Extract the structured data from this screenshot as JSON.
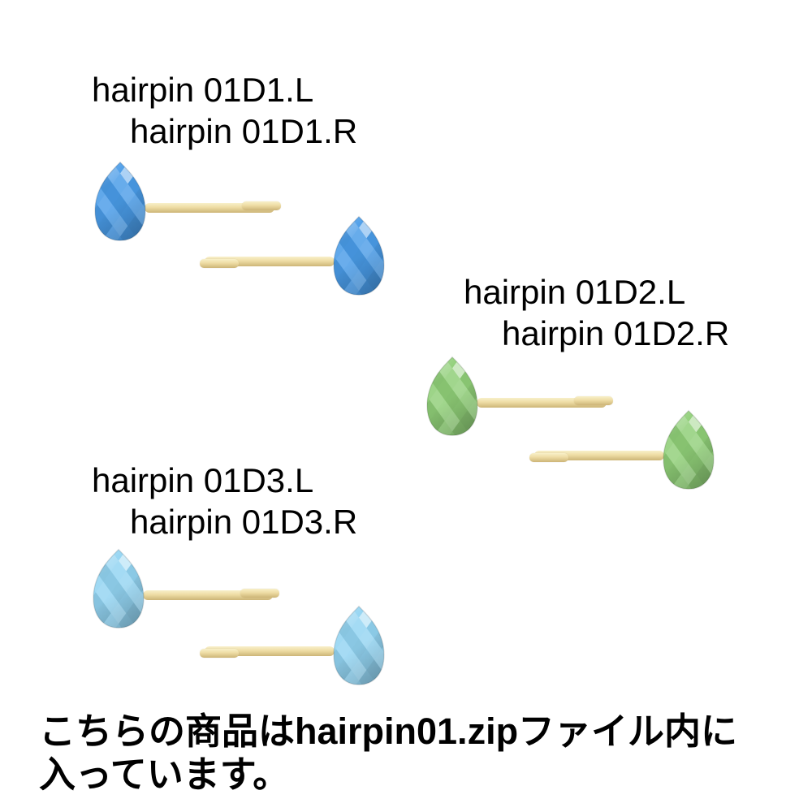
{
  "background": "#ffffff",
  "text_color": "#000000",
  "labels": [
    {
      "line1": "hairpin 01D1.L",
      "line2": "hairpin 01D1.R"
    },
    {
      "line1": "hairpin 01D2.L",
      "line2": "hairpin 01D2.R"
    },
    {
      "line1": "hairpin 01D3.L",
      "line2": "hairpin 01D3.R"
    }
  ],
  "note": {
    "line1": "こちらの商品はhairpin01.zipファイル内に",
    "line2": "入っています。"
  },
  "gems": {
    "blue": {
      "base": "#4a9ce8"
    },
    "green": {
      "base": "#90cf78"
    },
    "cyan": {
      "base": "#93d4f2"
    }
  },
  "pin_colors": {
    "light": "#f8f0c9",
    "mid": "#eedca4",
    "dark": "#cdb577"
  },
  "hairpins": [
    {
      "name": "hairpin 01D1.L",
      "gem": "blue",
      "gem_side": "left"
    },
    {
      "name": "hairpin 01D1.R",
      "gem": "blue",
      "gem_side": "right"
    },
    {
      "name": "hairpin 01D2.L",
      "gem": "green",
      "gem_side": "left"
    },
    {
      "name": "hairpin 01D2.R",
      "gem": "green",
      "gem_side": "right"
    },
    {
      "name": "hairpin 01D3.L",
      "gem": "cyan",
      "gem_side": "left"
    },
    {
      "name": "hairpin 01D3.R",
      "gem": "cyan",
      "gem_side": "right"
    }
  ]
}
